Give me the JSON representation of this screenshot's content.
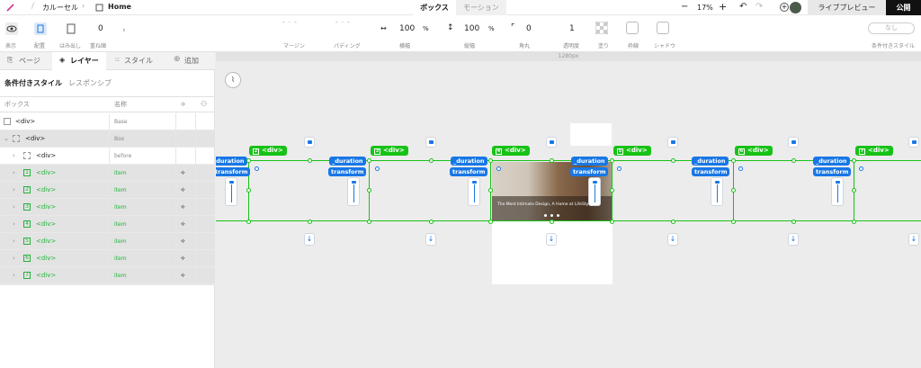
{
  "topbar": {
    "breadcrumb_project": "カルーセル",
    "breadcrumb_page": "Home",
    "tab_box": "ボックス",
    "tab_motion": "モーション",
    "zoom": "17%",
    "minus": "−",
    "plus": "+",
    "live_preview": "ライブプレビュー",
    "publish": "公開"
  },
  "toolbar": {
    "display": "表示",
    "placement": "配置",
    "overflow": "はみ出し",
    "stack_order": "重ね順",
    "stack_value": "0",
    "margin": "マージン",
    "padding": "パディング",
    "width_label": "横幅",
    "width_value": "100",
    "width_unit": "%",
    "height_label": "縦幅",
    "height_value": "100",
    "height_unit": "%",
    "radius_label": "角丸",
    "radius_value": "0",
    "opacity_label": "透明度",
    "opacity_value": "1",
    "fill_label": "塗り",
    "border_label": "枠線",
    "shadow_label": "シャドウ",
    "cond_value": "なし",
    "cond_label": "条件付きスタイル"
  },
  "sidebar": {
    "tab_page": "ページ",
    "tab_layer": "レイヤー",
    "tab_style": "スタイル",
    "tab_add": "追加",
    "sub_cond": "条件付きスタイル",
    "sub_responsive": "レスポンシブ",
    "col_box": "ボックス",
    "col_name": "名称",
    "rows": [
      {
        "name": "<div>",
        "cls": "Base"
      },
      {
        "name": "<div>",
        "cls": "Box"
      },
      {
        "name": "<div>",
        "cls": "before"
      },
      {
        "num": "1",
        "name": "<div>",
        "cls": "item"
      },
      {
        "num": "2",
        "name": "<div>",
        "cls": "item"
      },
      {
        "num": "3",
        "name": "<div>",
        "cls": "item"
      },
      {
        "num": "4",
        "name": "<div>",
        "cls": "item"
      },
      {
        "num": "5",
        "name": "<div>",
        "cls": "item"
      },
      {
        "num": "6",
        "name": "<div>",
        "cls": "item"
      },
      {
        "num": "7",
        "name": "<div>",
        "cls": "item"
      }
    ]
  },
  "canvas": {
    "width_label": "1280px",
    "div_tag": "<div>",
    "duration": "_duration",
    "transform": "transform",
    "hero_caption": "The Most Intimate Design, A Home at LifeStyle",
    "labels": [
      "2",
      "3",
      "4",
      "5",
      "6",
      "7"
    ]
  },
  "colors": {
    "accent_green": "#17c217",
    "accent_blue": "#1877e6"
  }
}
